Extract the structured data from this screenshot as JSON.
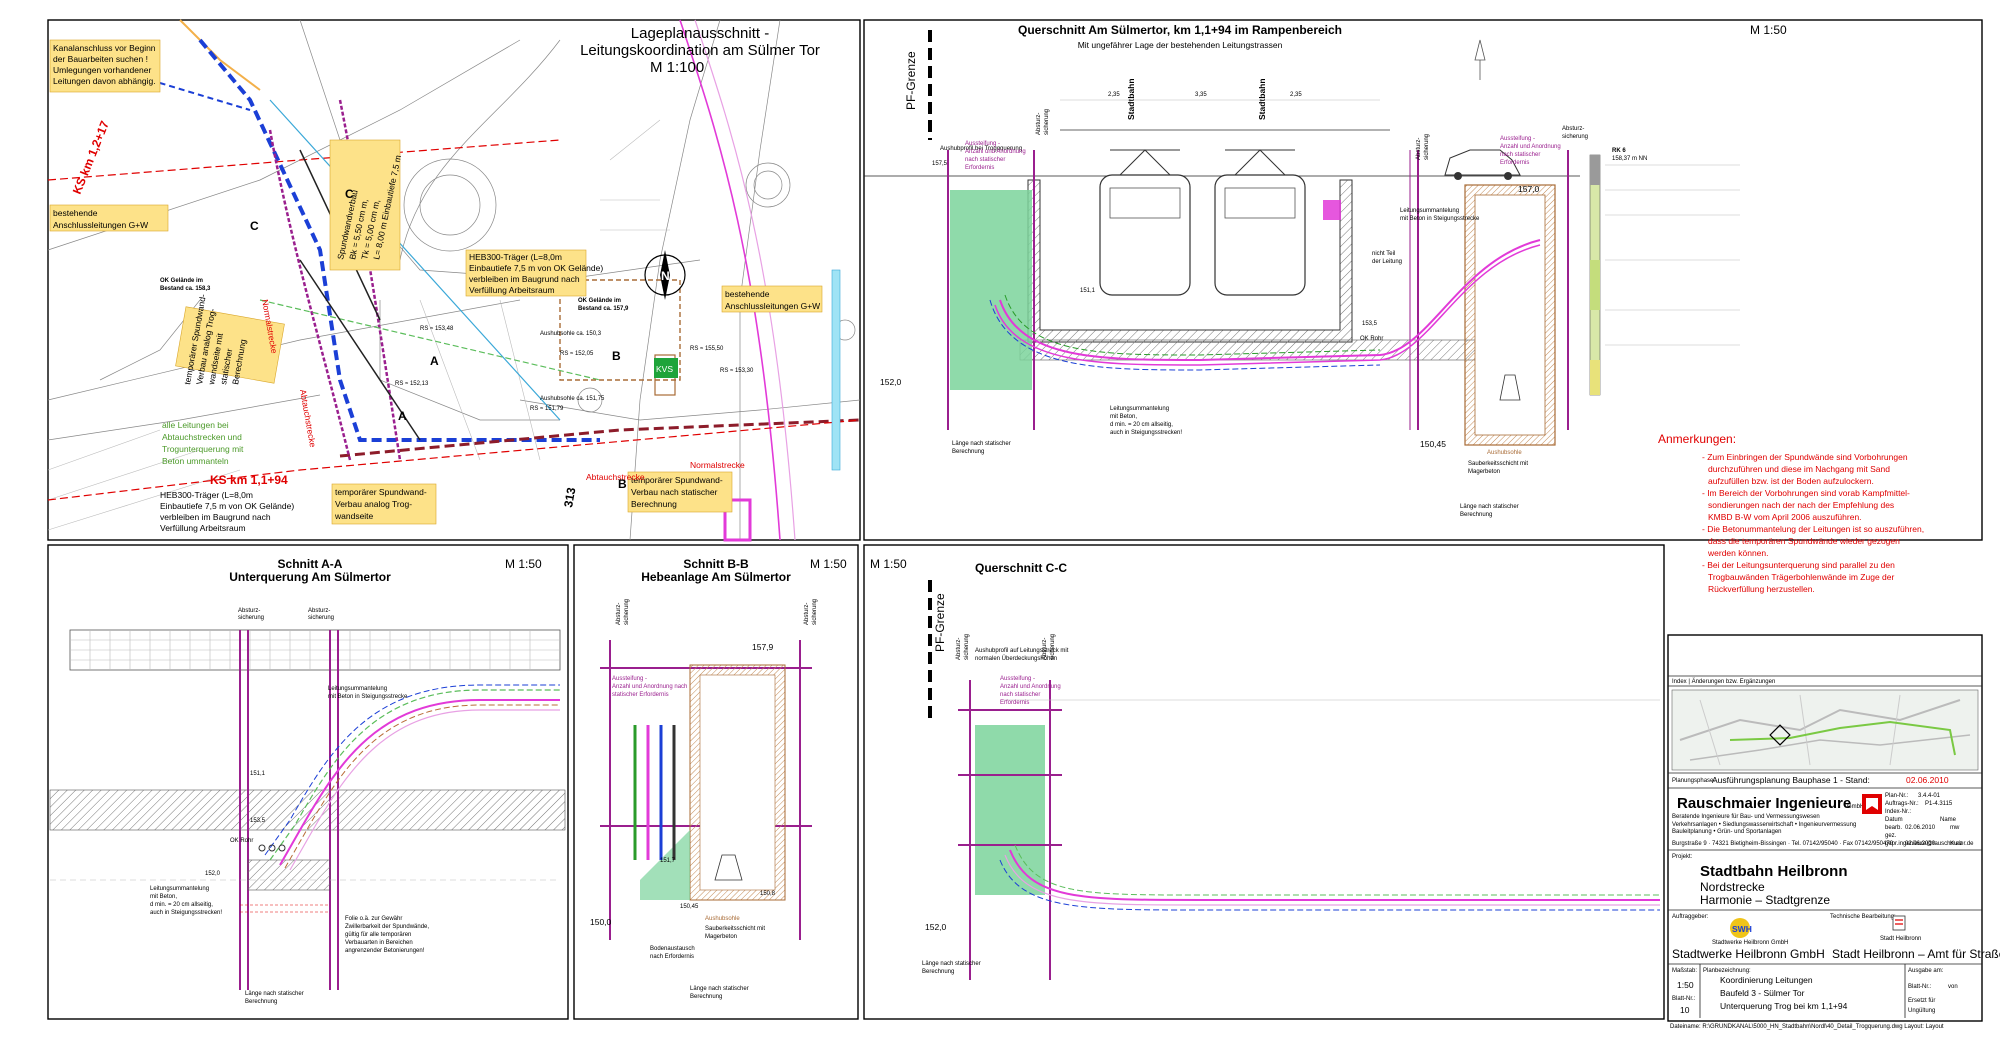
{
  "plan": {
    "title_l1": "Lageplanausschnitt -",
    "title_l2": "Leitungskoordination am Sülmer Tor",
    "scale": "M 1:100",
    "note_kanal": [
      "Kanalanschluss vor Beginn",
      "der Bauarbeiten suchen !",
      "Umlegungen vorhandener",
      "Leitungen davon abhängig."
    ],
    "ks_1": "KS km 1,2+17",
    "ks_2": "KS km 1,1+94",
    "note_anschluss_left": [
      "bestehende",
      "Anschlussleitungen G+W"
    ],
    "note_anschluss_right": [
      "bestehende",
      "Anschlussleitungen G+W"
    ],
    "ok_gelaende_1": [
      "OK Gelände im",
      "Bestand ca. 158,3"
    ],
    "ok_gelaende_2": [
      "OK Gelände im",
      "Bestand ca. 157,9"
    ],
    "note_spund_left": [
      "temporärer Spundwand-",
      "Verbau analog Trog-",
      "wandseite mit",
      "statischer",
      "Berechnung"
    ],
    "note_spund_vert": [
      "Spundwandverbau",
      "Bk = 5,50 cm m,",
      "Tk = 5,00 cm m,",
      "L= 8,00 m Einbautiefe 7,5 m"
    ],
    "note_heb1": [
      "HEB300-Träger (L=8,0m",
      "Einbautiefe 7,5 m von OK Gelände)",
      "verbleiben im Baugrund nach",
      "Verfüllung Arbeitsraum"
    ],
    "note_heb2": [
      "HEB300-Träger (L=8,0m",
      "Einbautiefe 7,5 m von OK Gelände)",
      "verbleiben im Baugrund nach",
      "Verfüllung Arbeitsraum"
    ],
    "note_abtauch": [
      "alle Leitungen bei",
      "Abtauchstrecken und",
      "Trogunterquerung mit",
      "Beton ummanteln"
    ],
    "note_spund_bottom1": [
      "temporärer Spundwand-",
      "Verbau analog Trog-",
      "wandseite"
    ],
    "note_spund_bottom2": [
      "temporärer Spundwand-",
      "Verbau nach statischer",
      "Berechnung"
    ],
    "label_normal1": "Normalstrecke",
    "label_normal2": "Normalstrecke",
    "label_abtauch1": "Abtauchstrecke",
    "label_abtauch2": "Abtauchstrecke",
    "rs_labels": [
      "RS ≈ 153,48",
      "RS ≈ 152,13",
      "RS ≈ 152,05",
      "RS ≈ 155,50",
      "RS ≈ 153,30",
      "RS ≈ 151,79"
    ],
    "aushub_labels": [
      "Aushubsohle ca. 150,3",
      "Aushubsohle ca. 151,75"
    ],
    "kvs": "KVS",
    "section_marks": [
      "A",
      "A",
      "B",
      "B",
      "C",
      "C"
    ],
    "num_313": "313",
    "north": "N"
  },
  "q1": {
    "title": "Querschnitt Am Sülmertor, km 1,1+94 im Rampenbereich",
    "subtitle": "Mit ungefährer Lage der bestehenden Leitungstrassen",
    "scale": "M 1:50",
    "pf_grenze": "PF-Grenze",
    "stadtbahn1": "Stadtbahn",
    "stadtbahn2": "Stadtbahn",
    "aushub_profil": "Aushubprofil bei Troggquerung",
    "absturz1": [
      "Absturz-",
      "sicherung"
    ],
    "absturz2": [
      "Absturz-",
      "sicherung"
    ],
    "absturz3": [
      "Absturz-",
      "sicherung"
    ],
    "aussteifung1": [
      "Aussteifung -",
      "Anzahl und Anordnung",
      "nach statischer",
      "Erfordernis"
    ],
    "aussteifung2": [
      "Aussteifung -",
      "Anzahl und Anordnung",
      "nach statischer",
      "Erfordernis"
    ],
    "elev_1575": "157,5",
    "elev_1570": "157,0",
    "elev_1511": "151,1",
    "elev_1535": "153,5",
    "elev_1520": "152,0",
    "elev_1504": "150,45",
    "leit_beton": [
      "Leitungsummantelung",
      "mit Beton in Steigungsstrecke"
    ],
    "leit_beton2": [
      "Leitungsummantelung",
      "mit Beton,",
      "d min. = 20 cm allseitig,",
      "auch in Steigungsstrecken!"
    ],
    "nicht_teil": [
      "nicht Teil",
      "der Leitung"
    ],
    "laenge": [
      "Länge nach statischer",
      "Berechnung"
    ],
    "aushubsohle": "Aushubsohle",
    "sauberkeit": [
      "Sauberkeitsschicht mit",
      "Magerbeton"
    ],
    "laenge2": [
      "Länge nach statischer",
      "Berechnung"
    ],
    "dims": [
      "2,35",
      "3,35",
      "2,35"
    ],
    "rk": "RK 6",
    "rk_sub": "158,37 m NN",
    "ok_rohr": "OK Rohr"
  },
  "anmerkungen": {
    "title": "Anmerkungen:",
    "lines": [
      "- Zum Einbringen der Spundwände sind Vorbohrungen",
      "durchzuführen und diese im Nachgang mit Sand",
      "aufzufüllen bzw. ist der Boden aufzulockern.",
      "- Im Bereich der Vorbohrungen sind vorab Kampfmittel-",
      "sondierungen nach der nach der Empfehlung des",
      "KMBD B-W vom April 2006 auszuführen.",
      "- Die Betonummantelung der Leitungen ist so auszuführen,",
      "dass die temporären Spundwände wieder gezogen",
      "werden können.",
      "- Bei der Leitungsunterquerung sind parallel zu den",
      "Trogbauwänden Trägerbohlenwände im Zuge der",
      "Rückverfüllung herzustellen."
    ]
  },
  "sa": {
    "title": "Schnitt A-A",
    "subtitle": "Unterquerung Am Sülmertor",
    "scale": "M 1:50",
    "absturz1": [
      "Absturz-",
      "sicherung"
    ],
    "absturz2": [
      "Absturz-",
      "sicherung"
    ],
    "leit": [
      "Leitungsummantelung",
      "mit Beton in Steigungsstrecke"
    ],
    "elev_1511": "151,1",
    "elev_1535": "153,5",
    "elev_1520": "152,0",
    "ok_rohr": "OK Rohr",
    "leit2": [
      "Leitungsummantelung",
      "mit Beton,",
      "d min. = 20 cm allseitig,",
      "auch in Steigungsstrecken!"
    ],
    "folie": [
      "Folie o.ä. zur Gewähr",
      "Zwillerbarkeit der Spundwände,",
      "gültig für alle temporären",
      "Verbauarten in Bereichen",
      "angrenzender Betonierungen!"
    ],
    "laenge": [
      "Länge nach statischer",
      "Berechnung"
    ]
  },
  "sb": {
    "title": "Schnitt B-B",
    "subtitle": "Hebeanlage Am Sülmertor",
    "scale": "M 1:50",
    "absturz1": [
      "Absturz-",
      "sicherung"
    ],
    "absturz2": [
      "Absturz-",
      "sicherung"
    ],
    "aussteifung": [
      "Aussteifung -",
      "Anzahl und Anordnung nach",
      "statischer Erfordernis"
    ],
    "elev_1579": "157,9",
    "elev_1517": "151,7",
    "elev_1508": "150,8",
    "elev_1504": "150,45",
    "elev_1500": "150,0",
    "aushubsohle": "Aushubsohle",
    "sauberkeit": [
      "Sauberkeitsschicht mit",
      "Magerbeton"
    ],
    "boden": [
      "Bodenaustausch",
      "nach Erfordernis"
    ],
    "laenge": [
      "Länge nach statischer",
      "Berechnung"
    ]
  },
  "qc": {
    "scale": "M 1:50",
    "title": "Querschnitt C-C",
    "pf_grenze": "PF-Grenze",
    "absturz1": [
      "Absturz-",
      "sicherung"
    ],
    "absturz2": [
      "Absturz-",
      "sicherung"
    ],
    "aushub": [
      "Aushubprofil auf Leitungsstreck mit",
      "normalen Überdeckungshöhen"
    ],
    "aussteifung": [
      "Aussteifung -",
      "Anzahl und Anordnung",
      "nach statischer",
      "Erfordernis"
    ],
    "elev_1520": "152,0",
    "laenge": [
      "Länge nach statischer",
      "Berechnung"
    ]
  },
  "titleblock": {
    "index_header": "Index | Änderungen bzw. Ergänzungen",
    "datum": "Datum",
    "name": "Name",
    "planungsphase_label": "Planungsphase:",
    "planungsphase": "Ausführungsplanung Bauphase 1 - Stand:",
    "stand": "02.06.2010",
    "firm": "Rauschmaier Ingenieure",
    "firm_suffix": "GmbH",
    "firm_sub": "Beratende Ingenieure für Bau- und Vermessungswesen",
    "firm_addr": "Verkehrsanlagen • Siedlungswasserwirtschaft • Ingenieurvermessung",
    "firm_addr2": "Bauleitplanung • Grün- und Sportanlagen",
    "firm_contact": "Burgstraße 9 · 74321 Bietigheim-Bissingen · Tel. 07142/95040 · Fax 07142/950470 · ingenieure@rauschmaier.de",
    "plan_nr_label": "Plan-Nr.:",
    "plan_nr": "3.4.4-01",
    "auftrag_label": "Auftrags-Nr.:",
    "auftrag": "P1-4.3115",
    "index_nr_label": "Index-Nr.:",
    "bearb_label": "bearb.",
    "gez_label": "gez.",
    "gepr_label": "gepr.",
    "bearb_date": "02.06.2010",
    "gepr_date": "02.06.2010",
    "kurz": "Kurz",
    "mw": "mw",
    "projekt_label": "Projekt:",
    "projekt": "Stadtbahn Heilbronn",
    "projekt_l2": "Nordstrecke",
    "projekt_l3": "Harmonie  –  Stadtgrenze",
    "auftraggeber_label": "Auftraggeber:",
    "tech_label": "Technische Bearbeitung:",
    "swh": "SWH",
    "swh_sub": "Stadtwerke Heilbronn GmbH",
    "ag1": "Stadtwerke Heilbronn GmbH",
    "ag2": "Stadt Heilbronn – Amt für Straßenwesen",
    "stadt_logo": "Stadt Heilbronn",
    "massstab_label": "Maßstab:",
    "massstab": "1:50",
    "planbez_label": "Planbezeichnung:",
    "planbez_l1": "Koordinierung Leitungen",
    "planbez_l2": "Baufeld 3 - Sülmer Tor",
    "planbez_l3": "Unterquerung Trog bei km 1,1+94",
    "blatt_label": "Blatt-Nr.:",
    "blatt": "10",
    "ausgabe_label": "Ausgabe am:",
    "blatt_von": "von",
    "ersetzt": "Ersetzt für",
    "ersetzt2": "Ungültung",
    "file": "Dateiname: R:\\GRUNDKANAL\\5000_HN_Stadtbahn\\Nordl\\40_Detail_Trogquerung.dwg   Layout: Layout"
  },
  "colors": {
    "frame": "#000000",
    "note_fill": "#fde289",
    "red": "#e00000",
    "magenta": "#e23ad8",
    "sheet_pile": "#9a1f8e",
    "green_fill": "#7bd39b",
    "blue": "#1b3fd6",
    "brown": "#a86b36"
  }
}
